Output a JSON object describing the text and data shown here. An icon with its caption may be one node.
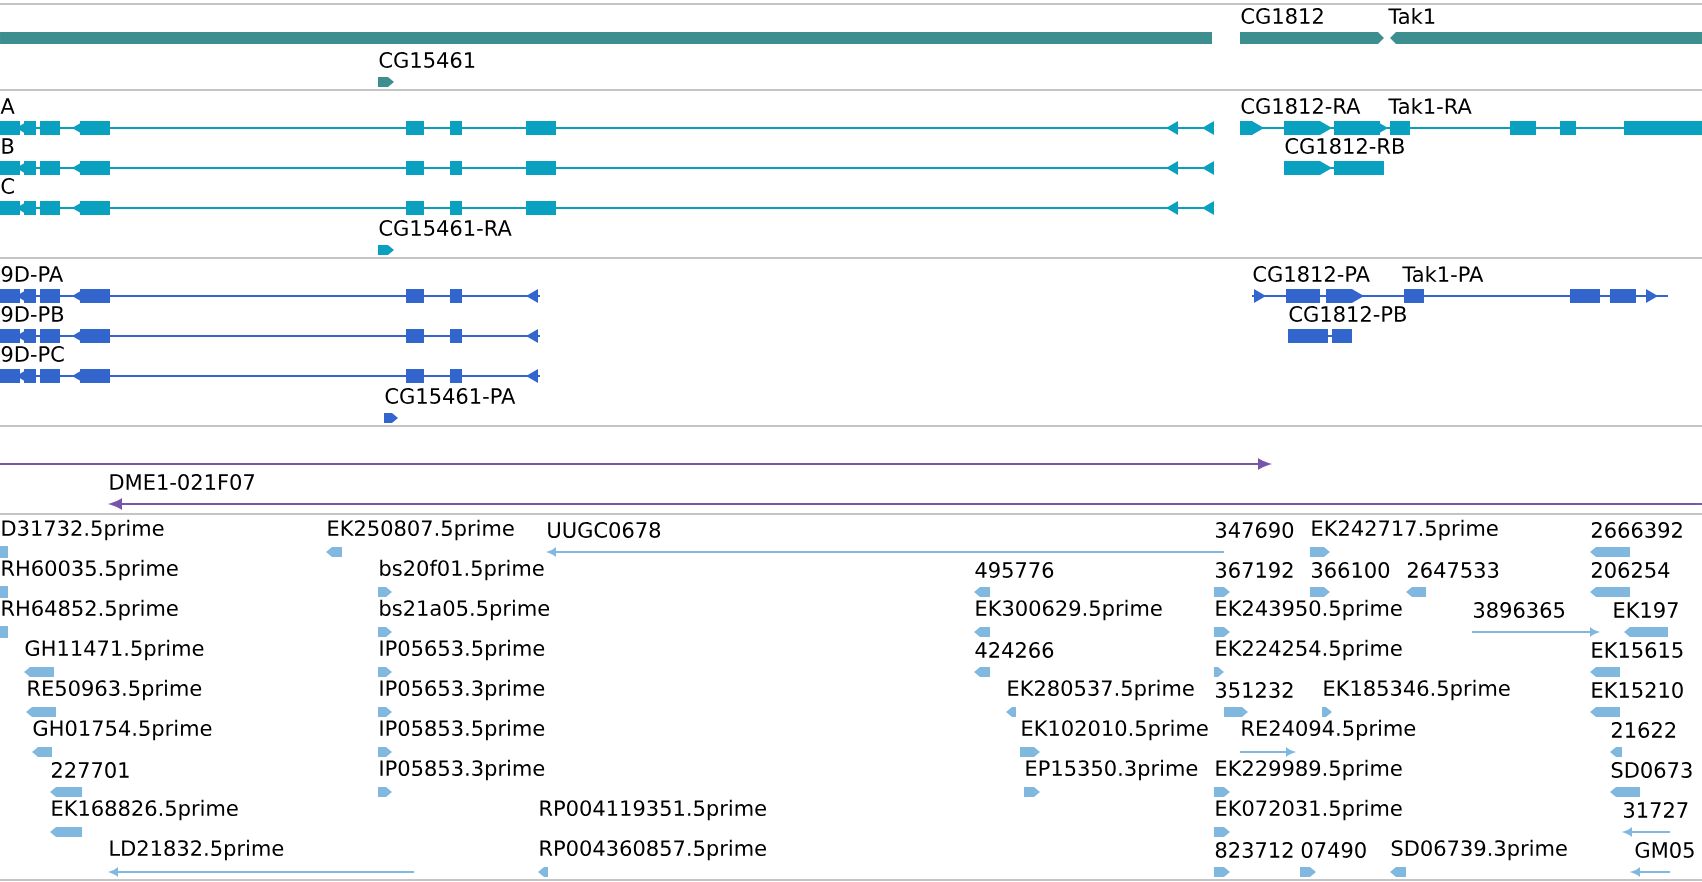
{
  "diagram": {
    "labels": [
      "CG1812",
      "Tak1",
      "CG15461",
      "A",
      "CG1812-RA",
      "Tak1-RA",
      "B",
      "CG1812-RB",
      "C",
      "CG15461-RA",
      "9D-PA",
      "CG1812-PA",
      "Tak1-PA",
      "9D-PB",
      "CG1812-PB",
      "9D-PC",
      "CG15461-PA",
      "DME1-021F07",
      "D31732.5prime",
      "EK250807.5prime",
      "UUGC0678",
      "347690",
      "EK242717.5prime",
      "2666392",
      "RH60035.5prime",
      "bs20f01.5prime",
      "495776",
      "367192",
      "366100",
      "2647533",
      "206254",
      "RH64852.5prime",
      "bs21a05.5prime",
      "EK300629.5prime",
      "EK243950.5prime",
      "3896365",
      "EK197",
      "GH11471.5prime",
      "IP05653.5prime",
      "424266",
      "EK224254.5prime",
      "EK15615",
      "RE50963.5prime",
      "IP05653.3prime",
      "EK280537.5prime",
      "351232",
      "EK185346.5prime",
      "EK15210",
      "GH01754.5prime",
      "IP05853.5prime",
      "EK102010.5prime",
      "RE24094.5prime",
      "21622",
      "227701",
      "IP05853.3prime",
      "EP15350.3prime",
      "EK229989.5prime",
      "SD0673",
      "EK168826.5prime",
      "RP004119351.5prime",
      "EK072031.5prime",
      "31727",
      "LD21832.5prime",
      "RP004360857.5prime",
      "823712",
      "07490",
      "SD06739.3prime",
      "GM05"
    ]
  }
}
